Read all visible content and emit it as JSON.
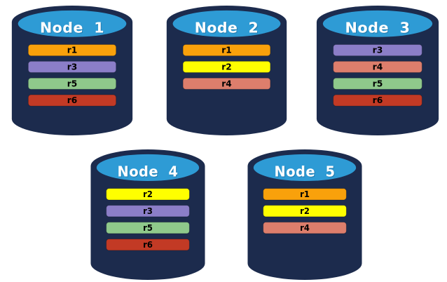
{
  "diagram": {
    "description": "Five database nodes showing replica placement (r1-r6)",
    "background": "#FFFFFF"
  },
  "palette": {
    "cylinder_body": "#1C2B4D",
    "cylinder_top_fill": "#2E9BD5",
    "node_title_color": "#FFFFFF",
    "bar_label_color": "#000000"
  },
  "replica_colors": {
    "r1": "#F9A10B",
    "r2": "#FFFF00",
    "r3": "#8B7EC8",
    "r4": "#DD7E6C",
    "r5": "#8FC98B",
    "r6": "#C23A25"
  },
  "nodes": [
    {
      "title": "Node  1",
      "bars": [
        {
          "label": "r1",
          "color": "#F9A10B"
        },
        {
          "label": "r3",
          "color": "#8B7EC8"
        },
        {
          "label": "r5",
          "color": "#8FC98B"
        },
        {
          "label": "r6",
          "color": "#C23A25"
        }
      ]
    },
    {
      "title": "Node  2",
      "bars": [
        {
          "label": "r1",
          "color": "#F9A10B"
        },
        {
          "label": "r2",
          "color": "#FFFF00"
        },
        {
          "label": "r4",
          "color": "#DD7E6C"
        }
      ]
    },
    {
      "title": "Node  3",
      "bars": [
        {
          "label": "r3",
          "color": "#8B7EC8"
        },
        {
          "label": "r4",
          "color": "#DD7E6C"
        },
        {
          "label": "r5",
          "color": "#8FC98B"
        },
        {
          "label": "r6",
          "color": "#C23A25"
        }
      ]
    },
    {
      "title": "Node  4",
      "bars": [
        {
          "label": "r2",
          "color": "#FFFF00"
        },
        {
          "label": "r3",
          "color": "#8B7EC8"
        },
        {
          "label": "r5",
          "color": "#8FC98B"
        },
        {
          "label": "r6",
          "color": "#C23A25"
        }
      ]
    },
    {
      "title": "Node  5",
      "bars": [
        {
          "label": "r1",
          "color": "#F9A10B"
        },
        {
          "label": "r2",
          "color": "#FFFF00"
        },
        {
          "label": "r4",
          "color": "#DD7E6C"
        }
      ]
    }
  ]
}
